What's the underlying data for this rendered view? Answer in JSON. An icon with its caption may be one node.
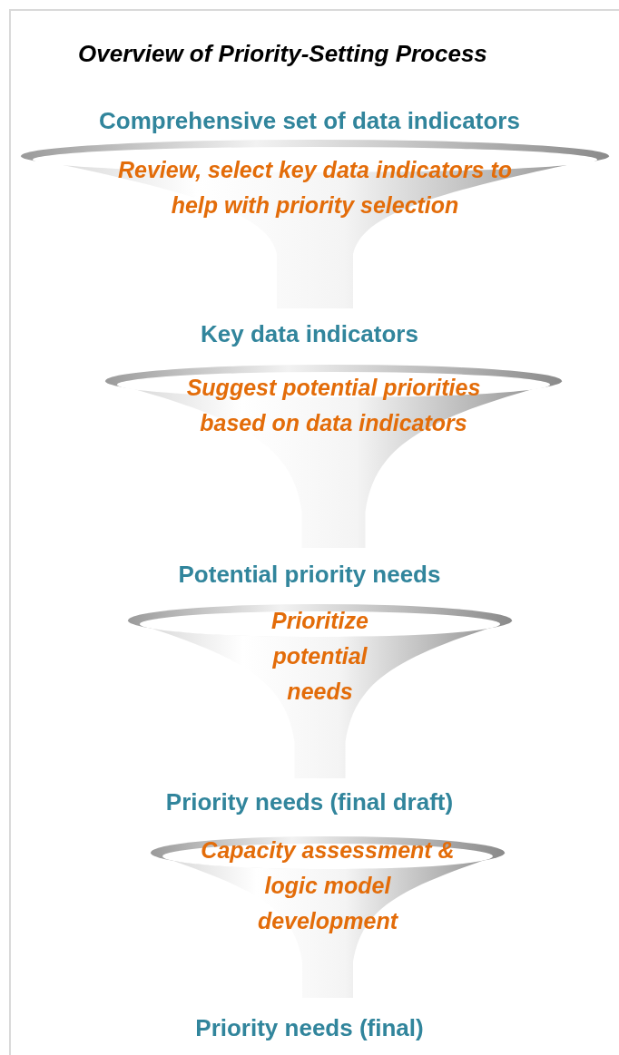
{
  "diagram": {
    "title": "Overview of Priority-Setting Process",
    "nodes": [
      {
        "text": [
          "Review, select key data indicators to help with priority selection"
        ]
      },
      {
        "text": [
          "Suggest potential priorities based on data indicators"
        ]
      },
      {
        "text": [
          "Prioritize potential needs"
        ]
      },
      {
        "text": [
          "Capacity assessment & logic model development"
        ]
      }
    ],
    "labels": [
      "Comprehensive set of data indicators",
      "Key data indicators",
      "Potential priority needs",
      "Priority needs (final draft)",
      "Priority needs (final)"
    ]
  }
}
